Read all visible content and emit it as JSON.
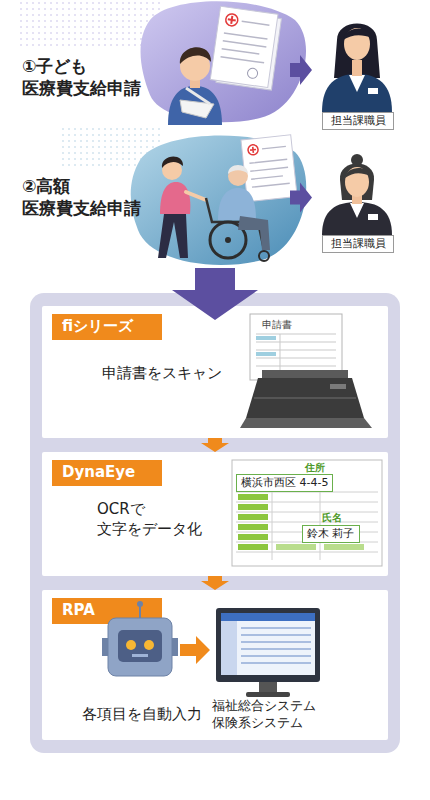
{
  "diagram": {
    "nodes": [
      {
        "text": [
          "①子ども 医療費支給申請"
        ]
      },
      {
        "text": [
          "担当課職員"
        ]
      },
      {
        "text": [
          "②高額 医療費支給申請"
        ]
      },
      {
        "text": [
          "担当課職員"
        ]
      },
      {
        "text": [
          "fiシリーズ",
          "申請書をスキャン"
        ]
      },
      {
        "text": [
          "DynaEye",
          "OCRで 文字をデータ化"
        ]
      },
      {
        "text": [
          "RPA",
          "各項目を自動入力",
          "福祉総合システム 保険系システム"
        ]
      }
    ],
    "edges": [
      {
        "from": 0,
        "to": 1,
        "arrow": "to"
      },
      {
        "from": 2,
        "to": 3,
        "arrow": "to"
      },
      {
        "from": 4,
        "to": 5,
        "arrow": "to"
      },
      {
        "from": 5,
        "to": 6,
        "arrow": "to"
      }
    ],
    "labels": [
      "申請書",
      "住所",
      "横浜市西区 4-4-5",
      "氏名",
      "鈴木 莉子"
    ]
  }
}
